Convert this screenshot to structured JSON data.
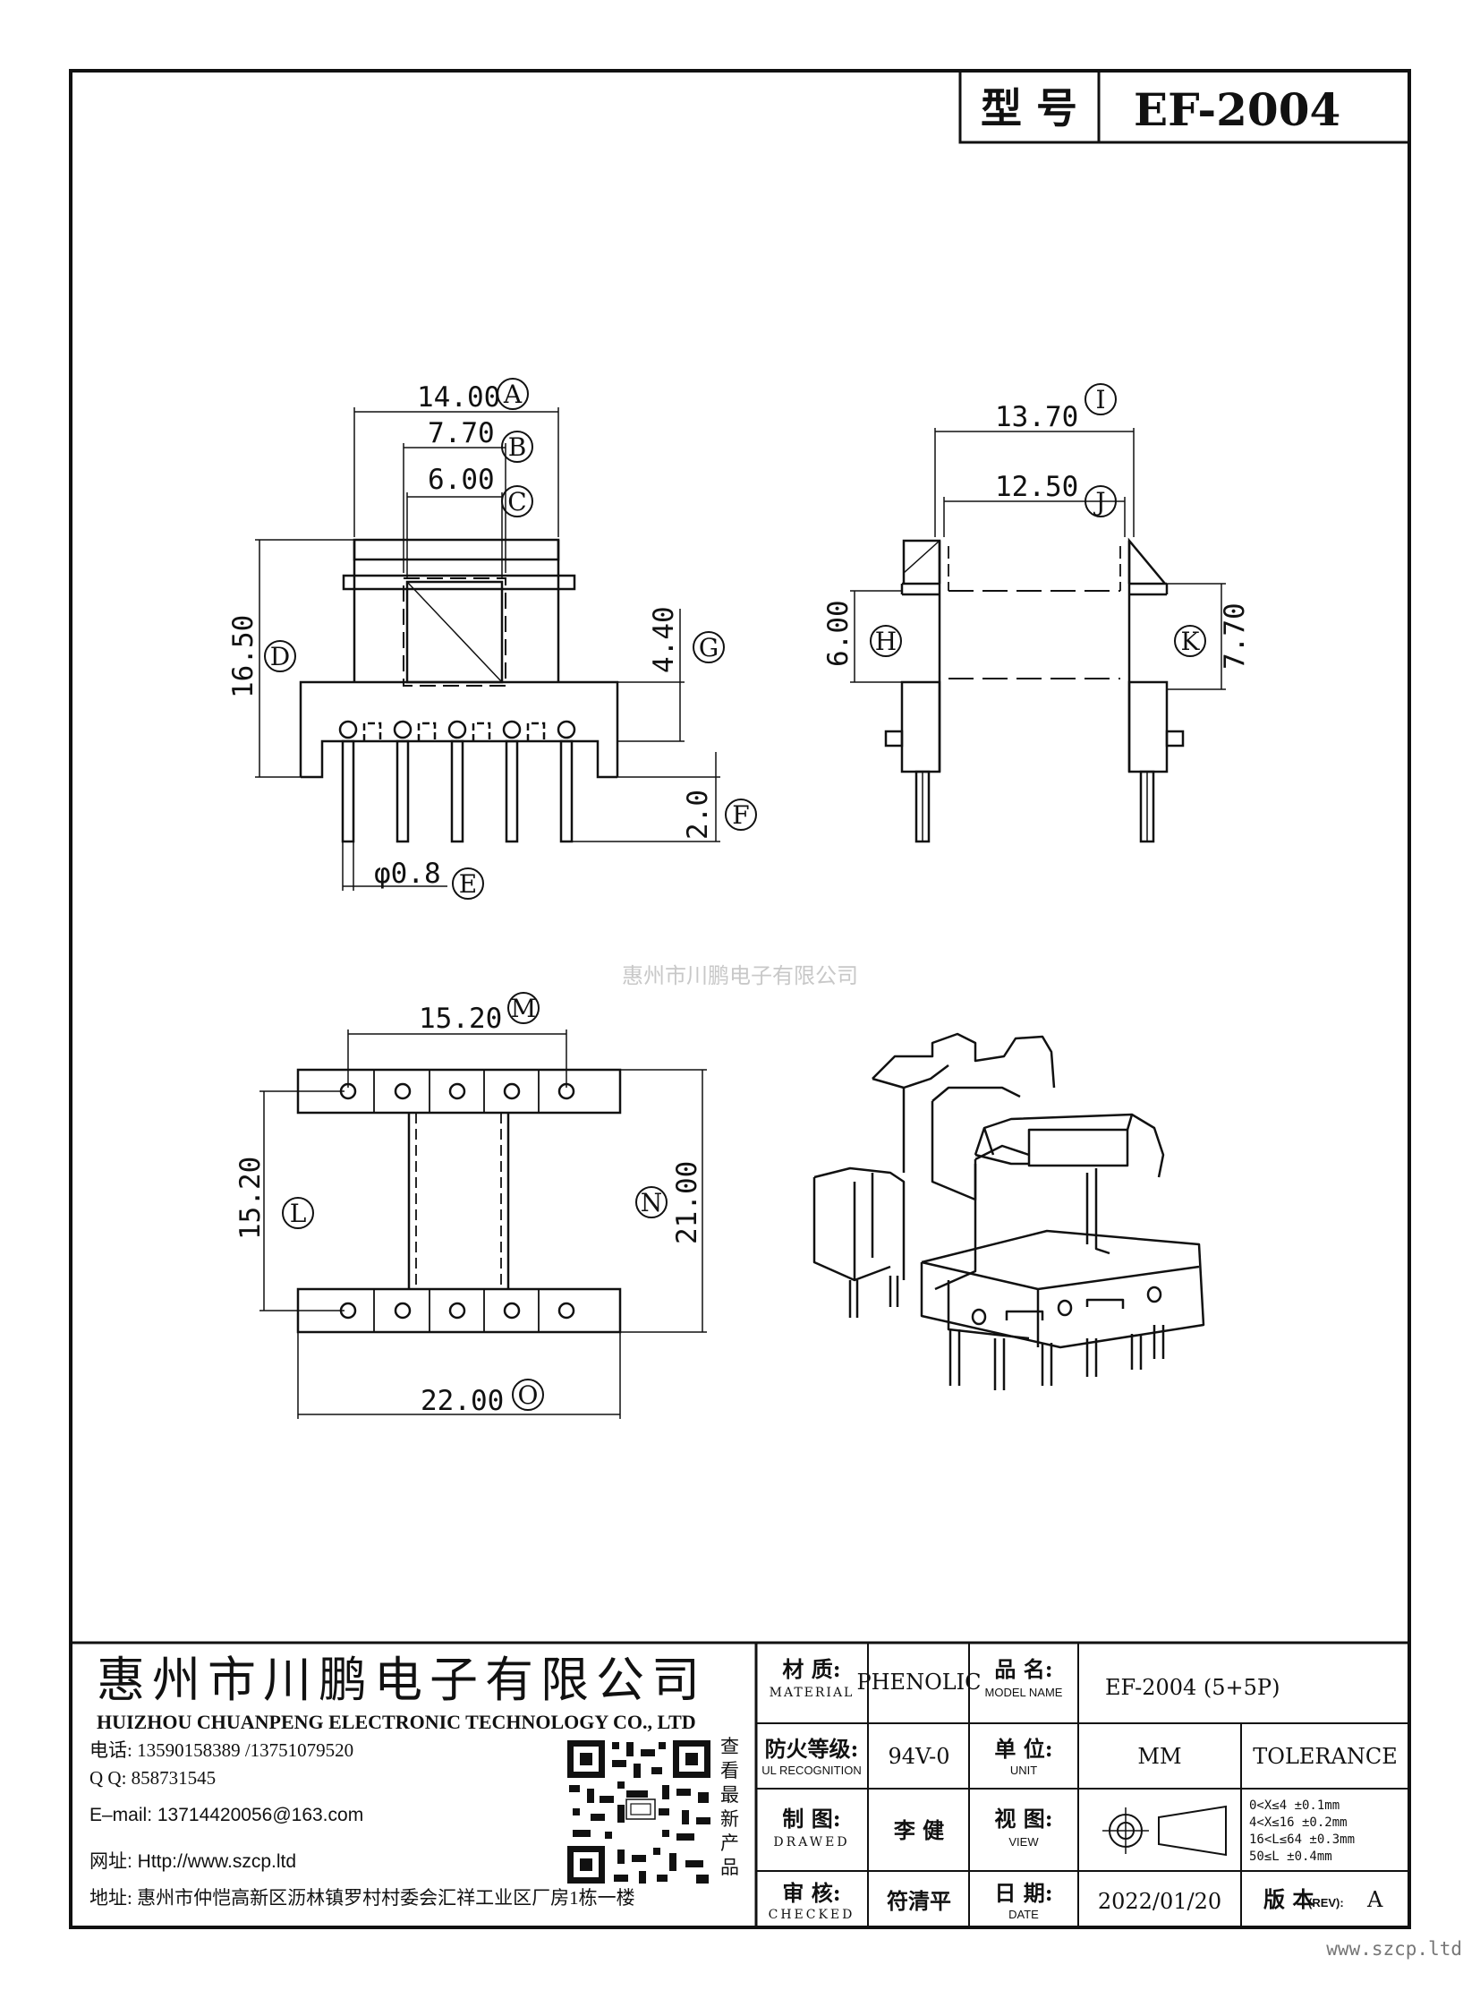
{
  "header": {
    "model_label": "型 号",
    "model_value": "EF-2004"
  },
  "dimensions": {
    "A": {
      "value": "14.00",
      "letter": "A"
    },
    "B": {
      "value": "7.70",
      "letter": "B"
    },
    "C": {
      "value": "6.00",
      "letter": "C"
    },
    "D": {
      "value": "16.50",
      "letter": "D"
    },
    "E": {
      "value": "φ0.8",
      "letter": "E"
    },
    "F": {
      "value": "2.0",
      "letter": "F"
    },
    "G": {
      "value": "4.40",
      "letter": "G"
    },
    "H": {
      "value": "6.00",
      "letter": "H"
    },
    "I": {
      "value": "13.70",
      "letter": "I"
    },
    "J": {
      "value": "12.50",
      "letter": "J"
    },
    "K": {
      "value": "7.70",
      "letter": "K"
    },
    "L": {
      "value": "15.20",
      "letter": "L"
    },
    "M": {
      "value": "15.20",
      "letter": "M"
    },
    "N": {
      "value": "21.00",
      "letter": "N"
    },
    "O": {
      "value": "22.00",
      "letter": "O"
    }
  },
  "watermark": "惠州市川鹏电子有限公司",
  "company": {
    "name_cn": "惠州市川鹏电子有限公司",
    "name_en": "HUIZHOU CHUANPENG ELECTRONIC TECHNOLOGY CO., LTD",
    "phone": "电话: 13590158389 /13751079520",
    "qq": "Q Q:  858731545",
    "email": "E–mail: 13714420056@163.com",
    "website": "网址: Http://www.szcp.ltd",
    "address": "地址: 惠州市仲恺高新区沥林镇罗村村委会汇祥工业区厂房1栋一楼",
    "qr_caption": [
      "查",
      "看",
      "最",
      "新",
      "产",
      "品"
    ]
  },
  "titleblock": {
    "material_label": "材 质:",
    "material_label_en": "MATERIAL",
    "material_value": "PHENOLIC",
    "model_name_label": "品 名:",
    "model_name_label_en": "MODEL NAME",
    "model_name_value": "EF-2004 (5+5P)",
    "fire_label": "防火等级:",
    "fire_label_en": "UL RECOGNITION",
    "fire_value": "94V-0",
    "unit_label": "单 位:",
    "unit_label_en": "UNIT",
    "unit_value": "MM",
    "tolerance_label": "TOLERANCE",
    "drawn_label": "制 图:",
    "drawn_label_en": "DRAWED",
    "drawn_value": "李 健",
    "view_label": "视 图:",
    "view_label_en": "VIEW",
    "tolerances": [
      "0<X≤4    ±0.1mm",
      "4<X≤16   ±0.2mm",
      "16<L≤64 ±0.3mm",
      "50≤L      ±0.4mm"
    ],
    "checked_label": "审 核:",
    "checked_label_en": "CHECKED",
    "checked_value": "符清平",
    "date_label": "日 期:",
    "date_label_en": "DATE",
    "date_value": "2022/01/20",
    "rev_label": "版 本",
    "rev_label_en": "(REV):",
    "rev_value": "A"
  },
  "footer_url": "www.szcp.ltd"
}
